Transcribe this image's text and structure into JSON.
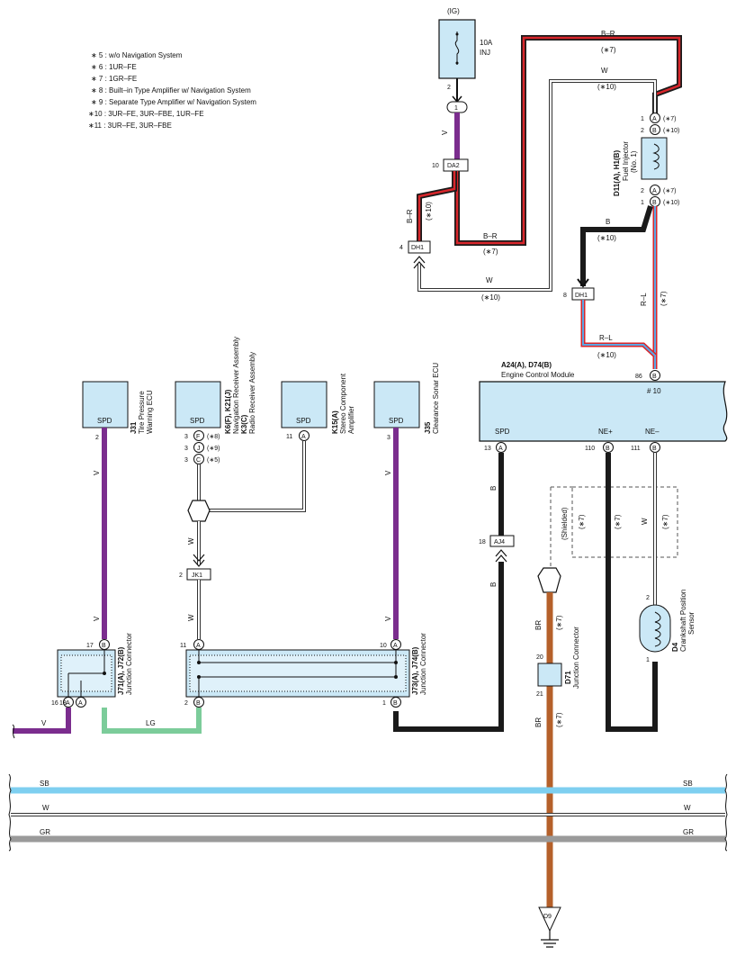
{
  "notes": [
    "∗ 5 : w/o Navigation System",
    "∗ 6 : 1UR–FE",
    "∗ 7 : 1GR–FE",
    "∗ 8 : Built–in Type Amplifier w/ Navigation System",
    "∗ 9 : Separate Type Amplifier w/ Navigation System",
    "∗10 : 3UR–FE,  3UR–FBE,  1UR–FE",
    "∗11 : 3UR–FE,  3UR–FBE"
  ],
  "fuse": {
    "ig": "(IG)",
    "rating": "10A",
    "name": "INJ",
    "pin": "2"
  },
  "connectors": {
    "j1": "1",
    "da2": "DA2",
    "da2_pin": "10",
    "dh1_top": "DH1",
    "dh1_top_pin": "4",
    "dh1_mid": "DH1",
    "dh1_mid_pin": "8",
    "aj4": "AJ4",
    "aj4_pin": "18",
    "jk1": "JK1",
    "jk1_pin": "2"
  },
  "injector": {
    "name": "D11(A), H1(B)",
    "desc1": "Fuel Injector",
    "desc2": "(No. 1)",
    "p1": "1",
    "p1l": "A",
    "p1n": "(∗7)",
    "p2": "2",
    "p2l": "B",
    "p2n": "(∗10)",
    "p3": "2",
    "p3l": "A",
    "p3n": "(∗7)",
    "p4": "1",
    "p4l": "B",
    "p4n": "(∗10)"
  },
  "wires": {
    "v": "V",
    "br_top": "B–R",
    "br_top_note": "(∗7)",
    "w_top": "W",
    "w_top_note": "(∗10)",
    "br_left": "B–R",
    "br_left_note": "(∗10)",
    "br_mid": "B–R",
    "br_mid_note": "(∗7)",
    "w_mid": "W",
    "w_mid_note": "(∗10)",
    "b_mid": "B",
    "b_mid_note": "(∗10)",
    "rl_v": "R–L",
    "rl_v_note": "(∗7)",
    "rl_h": "R–L",
    "rl_h_note": "(∗10)",
    "b1": "B",
    "b2": "B",
    "br1": "BR",
    "br1_note": "(∗7)",
    "br2": "BR",
    "br2_note": "(∗7)",
    "shield": "(Shielded)",
    "shield_note": "(∗7)",
    "ne_note": "(∗7)",
    "w_ne": "W",
    "w_ne_note": "(∗7)",
    "v1": "V",
    "v2": "V",
    "v3": "V",
    "v4": "V",
    "w1": "W",
    "w2": "W",
    "lg": "LG",
    "v_bottom": "V"
  },
  "ecm": {
    "name": "A24(A), D74(B)",
    "desc": "Engine Control Module",
    "pin86": "86",
    "pin86l": "B",
    "port": "# 10",
    "spd": "SPD",
    "nep": "NE+",
    "nem": "NE–",
    "p13": "13",
    "p13l": "A",
    "p110": "110",
    "p110l": "B",
    "p111": "111",
    "p111l": "B"
  },
  "ecus": [
    {
      "label": "SPD",
      "name": "J31",
      "desc1": "Tire Pressure",
      "desc2": "Warning ECU",
      "pin": "2"
    },
    {
      "label": "SPD",
      "name": "K6(F), K21(J)",
      "desc1": "Navigation Receiver Assembly",
      "desc2": "K3(C)",
      "desc3": "Radio Receiver Assembly"
    },
    {
      "label": "SPD",
      "name": "K15(A)",
      "desc1": "Stereo Component",
      "desc2": "Amplifier",
      "pin": "11",
      "pinl": "A"
    },
    {
      "label": "SPD",
      "name": "J35",
      "desc1": "Clearance Sonar ECU",
      "pin": "3"
    }
  ],
  "nav_pins": [
    {
      "n": "3",
      "l": "F",
      "note": "(∗8)"
    },
    {
      "n": "3",
      "l": "J",
      "note": "(∗9)"
    },
    {
      "n": "3",
      "l": "C",
      "note": "(∗5)"
    }
  ],
  "jc1": {
    "name": "J71(A), J72(B)",
    "desc": "Junction Connector",
    "p17": "17",
    "p17l": "B",
    "p16": "16",
    "p16l": "A",
    "p18": "18",
    "p18l": "A"
  },
  "jc2": {
    "name": "J73(A), J74(B)",
    "desc": "Junction Connector",
    "p11": "11",
    "p11l": "A",
    "p10": "10",
    "p10l": "A",
    "p2": "2",
    "p2l": "B",
    "p1": "1",
    "p1l": "B"
  },
  "d71": {
    "name": "D71",
    "desc": "Junction Connector",
    "p20": "20",
    "p21": "21"
  },
  "d4": {
    "name": "D4",
    "desc1": "Crankshaft Position",
    "desc2": "Sensor",
    "p2": "2",
    "p1": "1"
  },
  "bus": [
    {
      "label": "SB",
      "color": "#7ecff0"
    },
    {
      "label": "W",
      "color": "#ffffff"
    },
    {
      "label": "GR",
      "color": "#9a9a9a"
    }
  ],
  "ground": "D9",
  "colors": {
    "violet": "#7b2d8e",
    "black": "#1a1a1a",
    "red": "#d8262b",
    "blue": "#5aa8e6",
    "green": "#7ccc9a",
    "brown": "#b5602a",
    "box": "#cbe8f6"
  }
}
